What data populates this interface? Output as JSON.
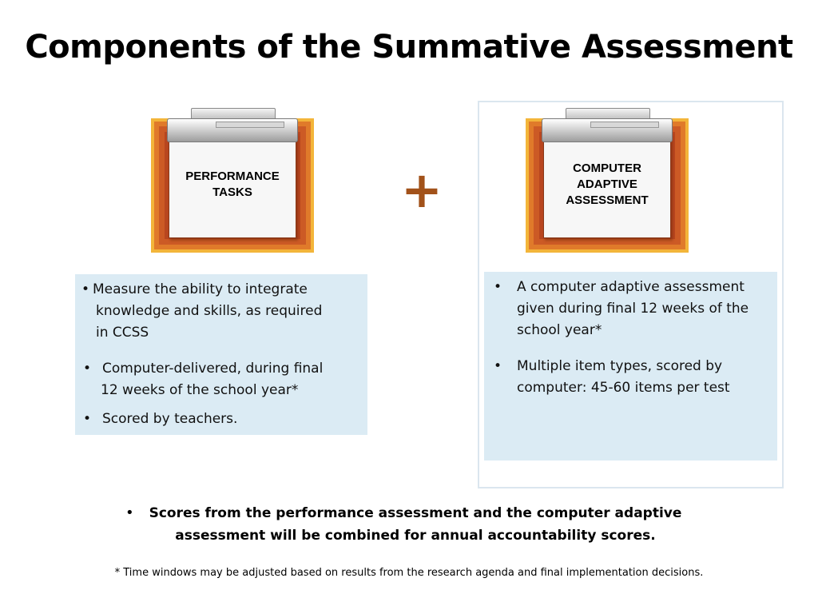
{
  "slide": {
    "title": "Components of the Summative Assessment",
    "plus_sign": "+"
  },
  "performance": {
    "label_line1": "PERFORMANCE",
    "label_line2": "TASKS",
    "bullets": [
      {
        "marker": "•",
        "text_line1": "Measure the ability to integrate",
        "text_line2": "knowledge and skills, as required",
        "text_line3": "in CCSS"
      },
      {
        "marker": "•",
        "text_line1": "Computer-delivered, during final",
        "text_line2": "12 weeks of the school year*"
      },
      {
        "marker": "•",
        "text_line1": "Scored by teachers."
      }
    ]
  },
  "adaptive": {
    "label_line1": "COMPUTER",
    "label_line2": "ADAPTIVE",
    "label_line3": "ASSESSMENT",
    "bullets": [
      {
        "marker": "•",
        "text_line1": "A computer adaptive assessment",
        "text_line2": "given during final 12 weeks of the",
        "text_line3": "school year*"
      },
      {
        "marker": "•",
        "text_line1": "Multiple item types, scored by",
        "text_line2": "computer: 45-60 items per test"
      }
    ]
  },
  "summary": {
    "marker": "•",
    "line1": "Scores from the performance assessment and the computer adaptive",
    "line2": "assessment will be combined for annual accountability scores."
  },
  "footnote": "* Time windows may be adjusted based on results from the research agenda and final implementation decisions.",
  "colors": {
    "clipboard_board": "#b8461f",
    "clipboard_border": "#f3b53a",
    "info_box_bg": "#dbebf4",
    "plus": "#a2521a"
  },
  "icons": {
    "left_clipboard": "clipboard-icon",
    "right_clipboard": "clipboard-icon"
  }
}
